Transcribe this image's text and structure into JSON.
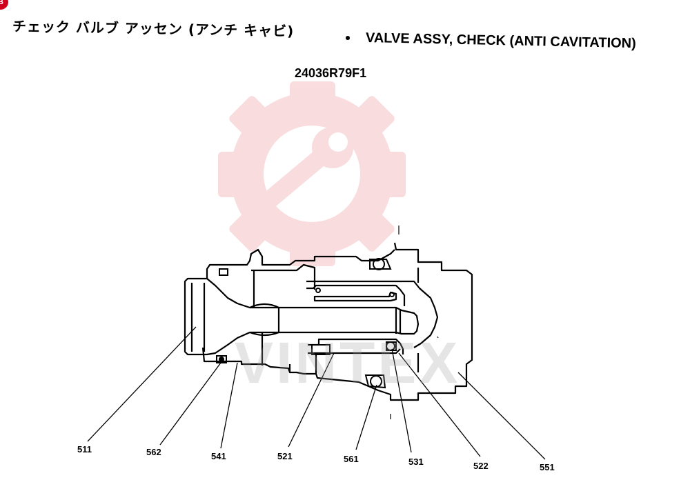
{
  "header": {
    "badge": "B",
    "title_jp": "チェック バルブ アッセン (アンチ キャビ)",
    "separator": "・",
    "title_en": "VALVE ASSY, CHECK (ANTI CAVITATION)",
    "part_number": "24036R79F1"
  },
  "watermark": {
    "text": "VINTEX",
    "color": "#f6c9cb"
  },
  "callouts": [
    {
      "id": "511",
      "label": "511"
    },
    {
      "id": "562",
      "label": "562"
    },
    {
      "id": "541",
      "label": "541"
    },
    {
      "id": "521",
      "label": "521"
    },
    {
      "id": "561",
      "label": "561"
    },
    {
      "id": "531",
      "label": "531"
    },
    {
      "id": "522",
      "label": "522"
    },
    {
      "id": "551",
      "label": "551"
    }
  ]
}
